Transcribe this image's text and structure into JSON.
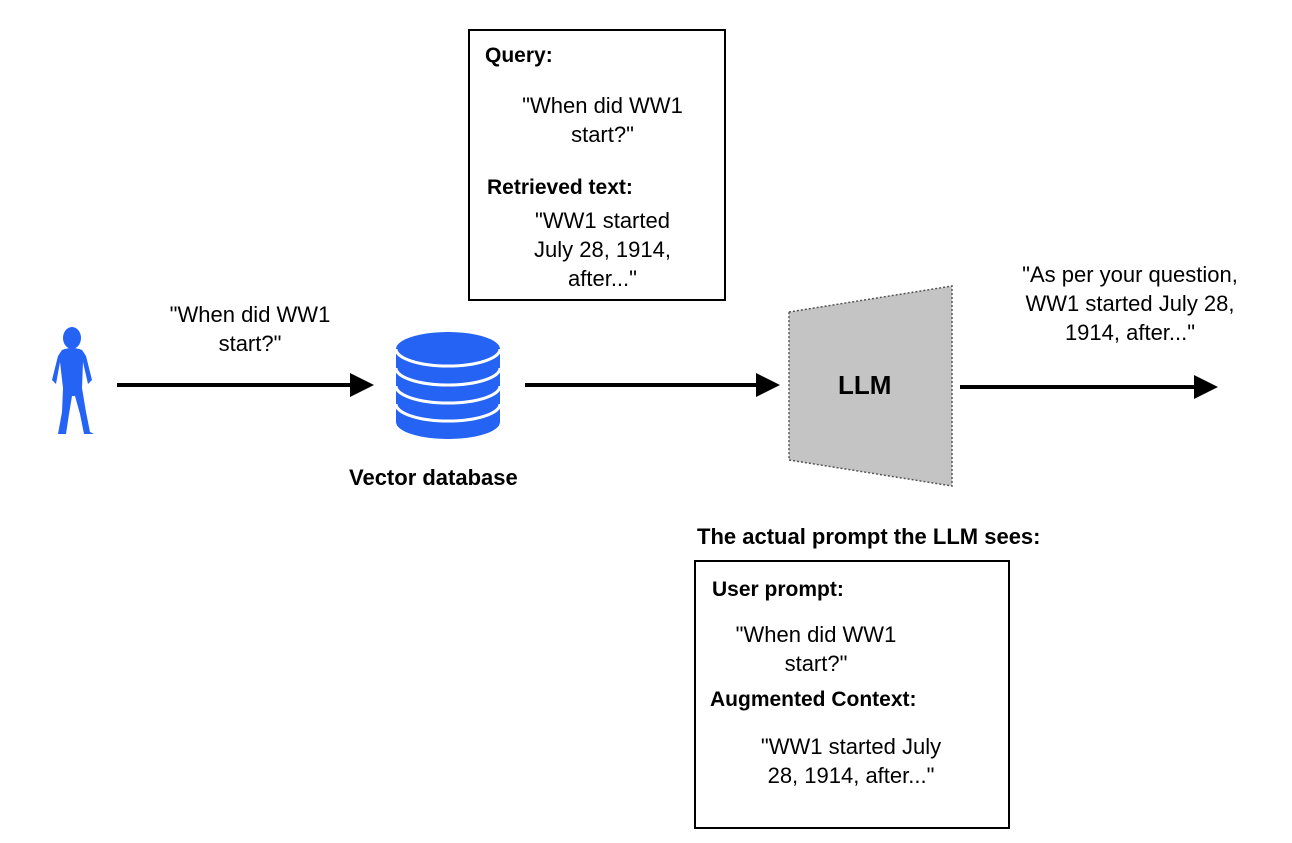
{
  "user_query": {
    "line1": "\"When did WW1",
    "line2": "start?\""
  },
  "vector_db": {
    "label": "Vector database",
    "color": "#2563f5"
  },
  "query_box": {
    "query_label": "Query:",
    "query_line1": "\"When did WW1",
    "query_line2": "start?\"",
    "retrieved_label": "Retrieved text:",
    "retrieved_line1": "\"WW1 started",
    "retrieved_line2": "July 28, 1914,",
    "retrieved_line3": "after...\""
  },
  "llm": {
    "label": "LLM",
    "fill": "#c4c4c4"
  },
  "output": {
    "line1": "\"As per your question,",
    "line2": "WW1 started July 28,",
    "line3": "1914, after...\""
  },
  "prompt_box": {
    "heading": "The actual prompt the LLM sees:",
    "user_prompt_label": "User prompt:",
    "user_prompt_line1": "\"When did WW1",
    "user_prompt_line2": "start?\"",
    "augmented_label": "Augmented Context:",
    "augmented_line1": "\"WW1 started July",
    "augmented_line2": "28, 1914, after...\""
  },
  "person_icon": {
    "color": "#2563f5"
  }
}
